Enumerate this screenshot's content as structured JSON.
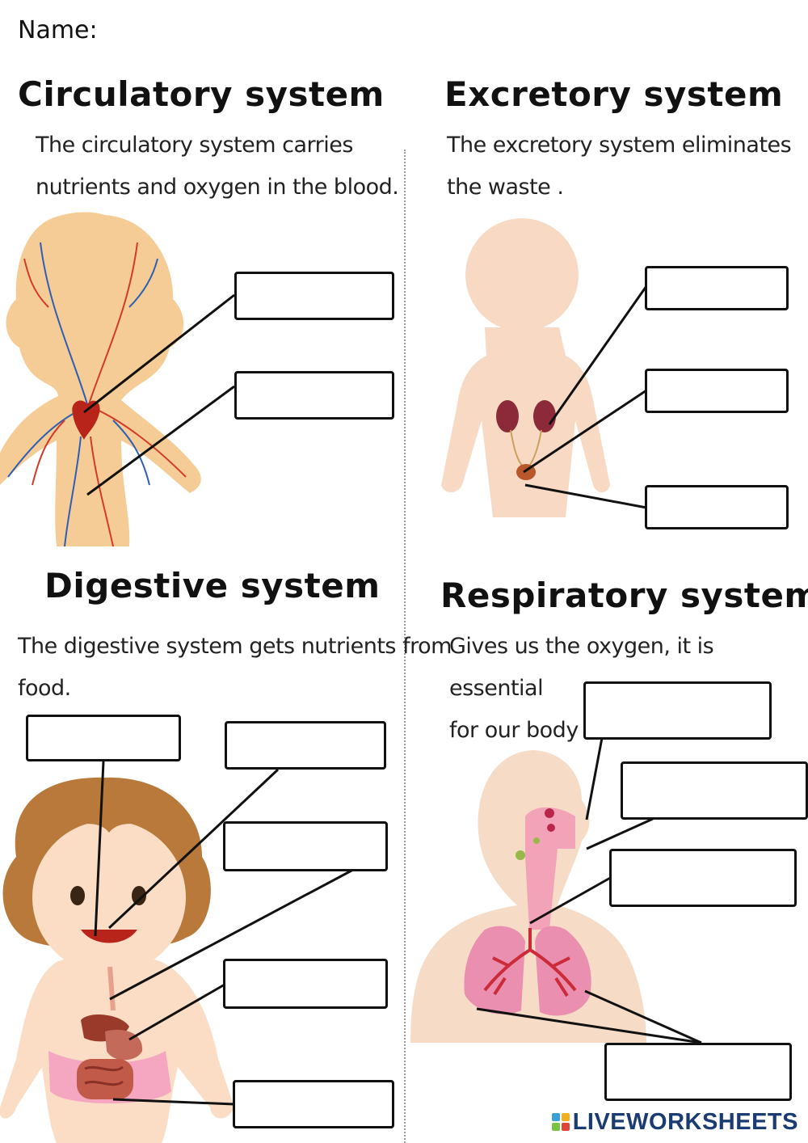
{
  "worksheet": {
    "name_label": "Name:"
  },
  "sections": [
    {
      "title": "Circulatory  system",
      "desc_line1": "The circulatory system carries",
      "desc_line2": "nutrients and oxygen in the blood."
    },
    {
      "title": "Excretory  system",
      "desc_line1": "The excretory system eliminates",
      "desc_line2": "the waste ."
    },
    {
      "title": "Digestive  system",
      "desc_line1": "The digestive system gets nutrients from",
      "desc_line2": "food."
    },
    {
      "title": "Respiratory  system",
      "desc_line1": "Gives us the oxygen, it is essential",
      "desc_line2": "for our body ."
    }
  ],
  "answers": {
    "circulatory": [
      "",
      ""
    ],
    "excretory": [
      "",
      "",
      ""
    ],
    "digestive": [
      "",
      "",
      "",
      "",
      ""
    ],
    "respiratory": [
      "",
      "",
      "",
      ""
    ]
  },
  "footer": {
    "brand": "LIVEWORKSHEETS",
    "logo_icon": "liveworksheets-logo-icon"
  },
  "colors": {
    "skin": "#f7d6bb",
    "body_silhouette": "#f5c98f",
    "artery": "#d23a2a",
    "vein": "#2f5fb3",
    "lungs": "#e07a9a",
    "brand": "#1b3b73"
  }
}
